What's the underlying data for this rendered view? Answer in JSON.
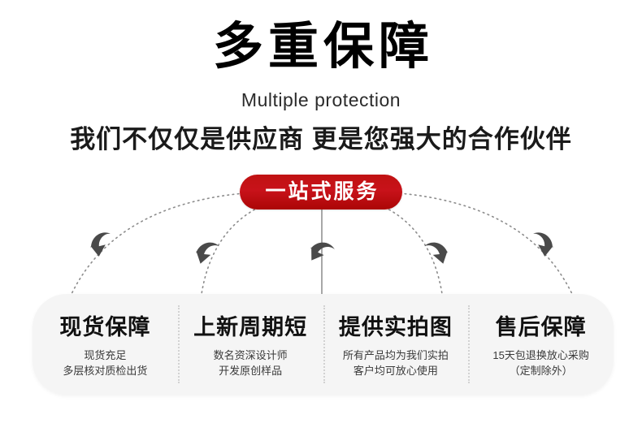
{
  "heading": {
    "title_cn": "多重保障",
    "title_en": "Multiple protection",
    "tagline": "我们不仅仅是供应商 更是您强大的合作伙伴"
  },
  "badge": {
    "label": "一站式服务",
    "color": "#c8121a",
    "text_color": "#ffffff"
  },
  "connectors": {
    "arrow_color": "#4a4a4a",
    "line_color": "#8c8c8c",
    "count": 5
  },
  "panel": {
    "background": "#f5f5f5",
    "divider_color": "#d2d2d2",
    "cards": [
      {
        "title": "现货保障",
        "line1": "现货充足",
        "line2": "多层核对质检出货"
      },
      {
        "title": "上新周期短",
        "line1": "数名资深设计师",
        "line2": "开发原创样品"
      },
      {
        "title": "提供实拍图",
        "line1": "所有产品均为我们实拍",
        "line2": "客户均可放心使用"
      },
      {
        "title": "售后保障",
        "line1": "15天包退换放心采购",
        "line2": "（定制除外）"
      }
    ]
  }
}
